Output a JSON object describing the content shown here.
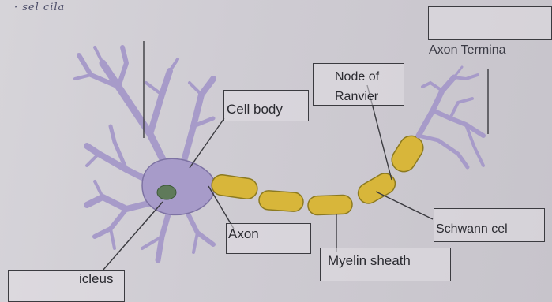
{
  "header": {
    "handwritten_note": "· sel cila"
  },
  "labels": {
    "axon_terminal": "Axon Termina",
    "node_of_ranvier_line1": "Node of",
    "node_of_ranvier_line2": "Ranvier",
    "cell_body": "Cell body",
    "axon": "Axon",
    "schwann_cell": "Schwann cel",
    "myelin_sheath": "Myelin sheath",
    "nucleus": "icleus"
  },
  "colors": {
    "neuron": "#a79bc9",
    "neuron_outline": "#7d72a3",
    "nucleus": "#5f7a5a",
    "myelin": "#d8b63a",
    "myelin_outline": "#8c7a20",
    "line": "#3b3b40"
  }
}
